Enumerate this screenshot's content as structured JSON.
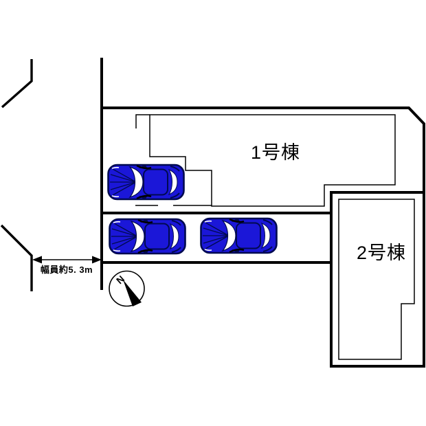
{
  "diagram": {
    "type": "real-estate-site-plan",
    "buildings": [
      {
        "label": "1号棟"
      },
      {
        "label": "2号棟"
      }
    ],
    "road": {
      "width_label": "幅員約5. 3m"
    },
    "compass": {
      "north_label": "N"
    },
    "cars": {
      "count": 3,
      "body_color": "#1b17d8",
      "outline_color": "#000a50"
    },
    "colors": {
      "line": "#000000",
      "background": "#ffffff"
    }
  }
}
